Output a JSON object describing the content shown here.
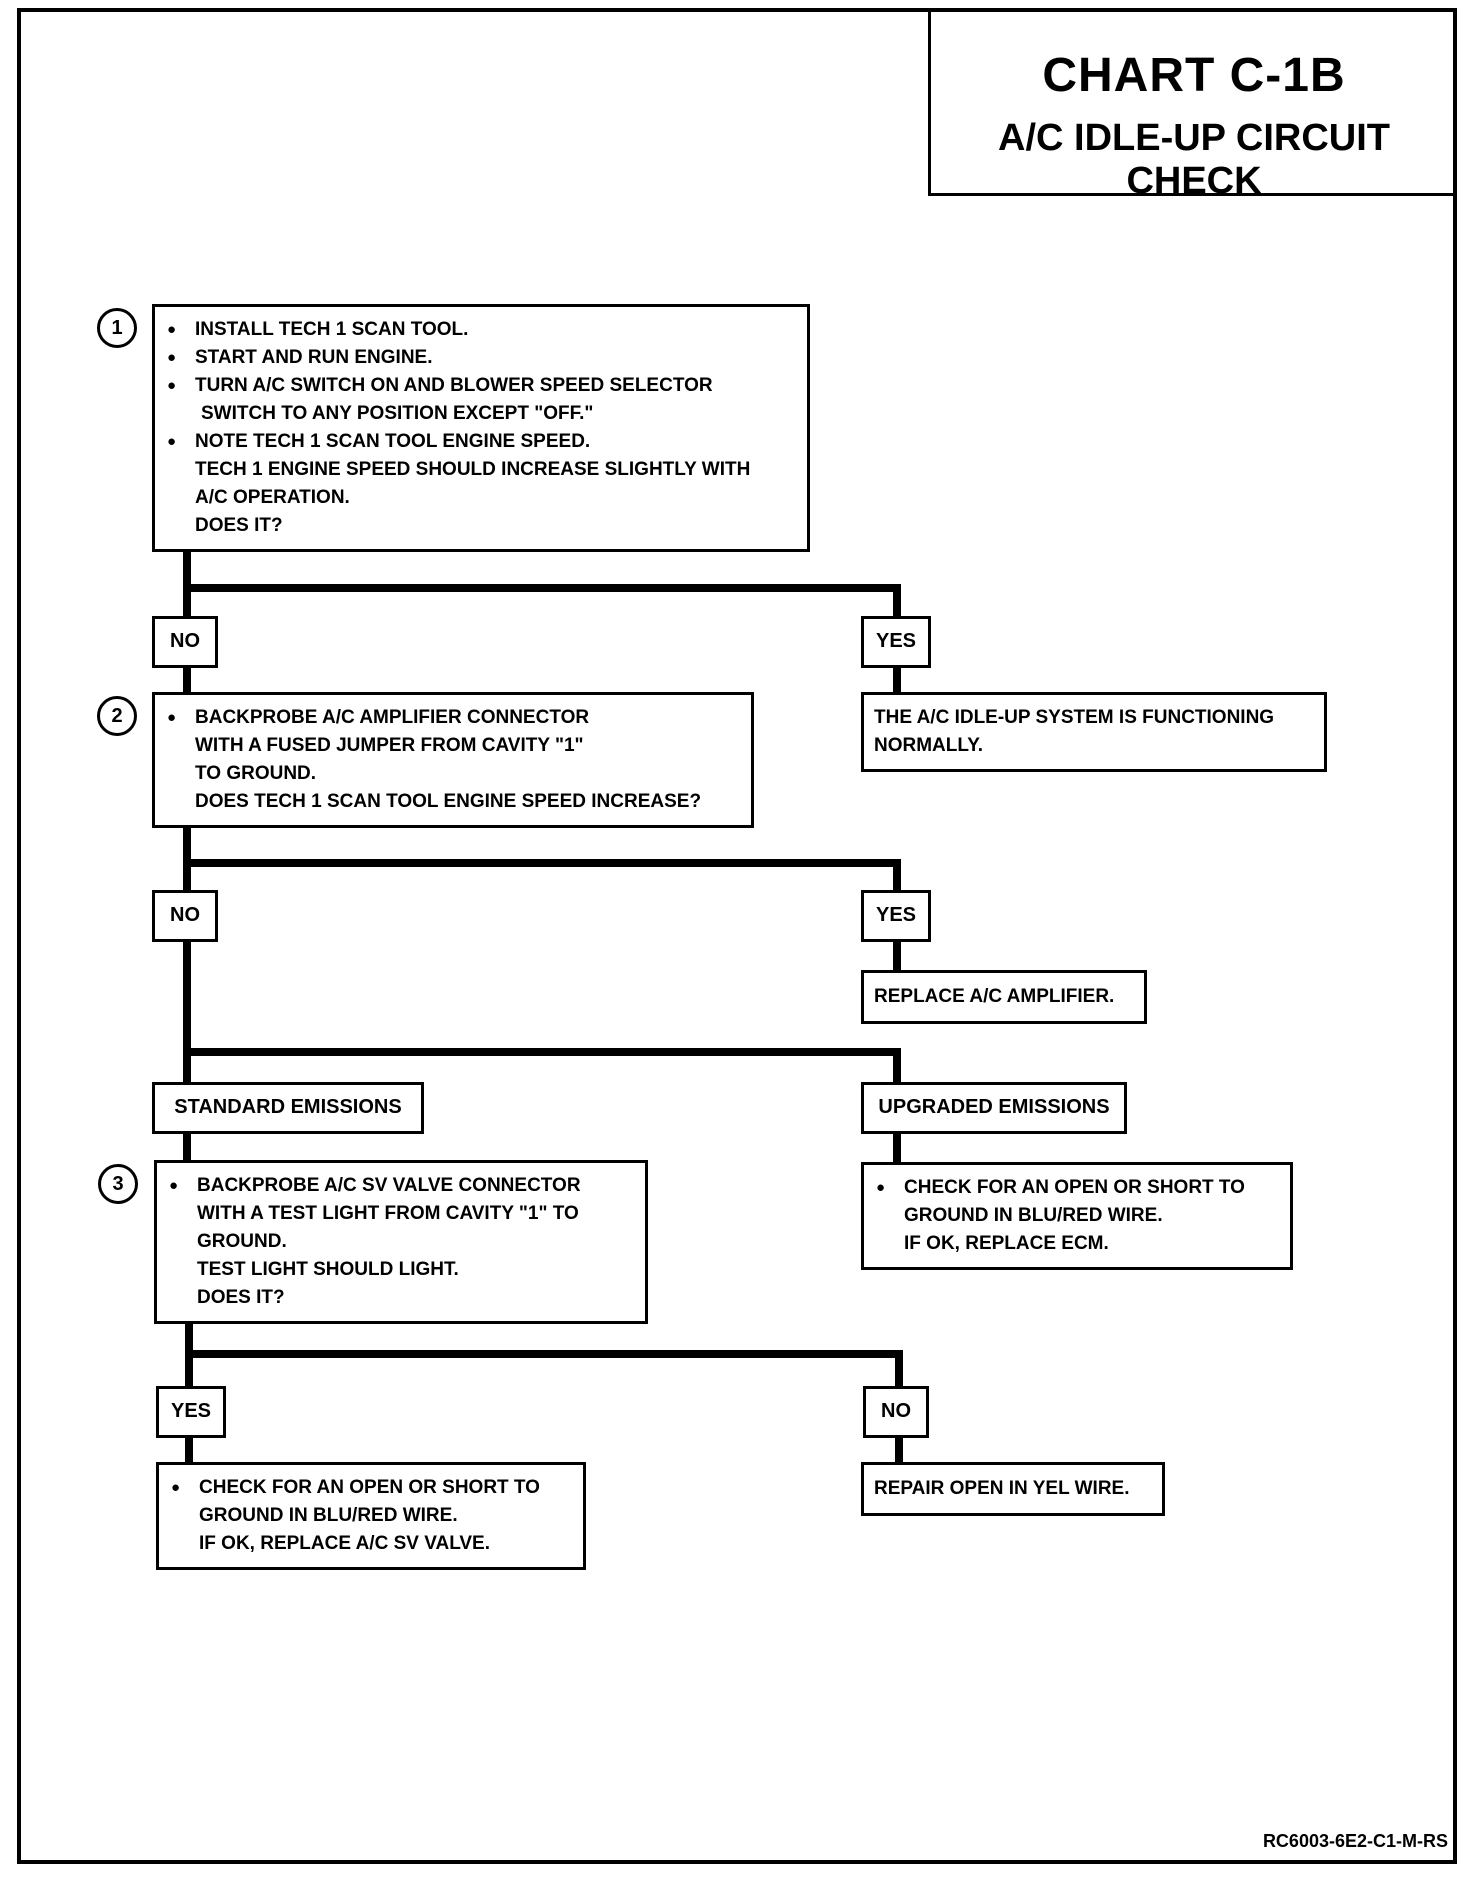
{
  "title": "CHART C-1B",
  "subtitle": "A/C IDLE-UP CIRCUIT CHECK",
  "step1": {
    "number": "1",
    "bullets": [
      "INSTALL TECH 1 SCAN TOOL.",
      "START AND RUN ENGINE.",
      "TURN A/C SWITCH ON AND BLOWER SPEED SELECTOR",
      "NOTE TECH 1 SCAN TOOL ENGINE SPEED."
    ],
    "bullet3_cont": "SWITCH TO ANY POSITION EXCEPT \"OFF.\"",
    "note1": "TECH 1 ENGINE SPEED SHOULD INCREASE SLIGHTLY WITH",
    "note2": "A/C OPERATION.",
    "question": "DOES IT?"
  },
  "step1_no": "NO",
  "step1_yes": "YES",
  "step1_yes_result": [
    "THE A/C IDLE-UP SYSTEM IS FUNCTIONING",
    "NORMALLY."
  ],
  "step2": {
    "number": "2",
    "bullet": "BACKPROBE A/C AMPLIFIER CONNECTOR",
    "lines": [
      "WITH A FUSED JUMPER FROM CAVITY \"1\"",
      "TO GROUND.",
      "DOES TECH 1 SCAN TOOL ENGINE SPEED INCREASE?"
    ]
  },
  "step2_no": "NO",
  "step2_yes": "YES",
  "step2_yes_result": "REPLACE A/C AMPLIFIER.",
  "standard": "STANDARD EMISSIONS",
  "upgraded": "UPGRADED EMISSIONS",
  "upgraded_result": {
    "bullet": "CHECK FOR AN OPEN OR SHORT TO",
    "lines": [
      "GROUND IN BLU/RED WIRE.",
      "IF OK, REPLACE ECM."
    ]
  },
  "step3": {
    "number": "3",
    "bullet": "BACKPROBE A/C SV VALVE CONNECTOR",
    "lines": [
      "WITH A TEST LIGHT FROM CAVITY \"1\" TO",
      "GROUND.",
      "TEST LIGHT SHOULD LIGHT.",
      "DOES IT?"
    ]
  },
  "step3_yes": "YES",
  "step3_no": "NO",
  "step3_yes_result": {
    "bullet": "CHECK FOR AN OPEN OR SHORT TO",
    "lines": [
      "GROUND IN BLU/RED WIRE.",
      "IF OK, REPLACE A/C SV VALVE."
    ]
  },
  "step3_no_result": "REPAIR OPEN IN YEL WIRE.",
  "footer": "RC6003-6E2-C1-M-RS"
}
